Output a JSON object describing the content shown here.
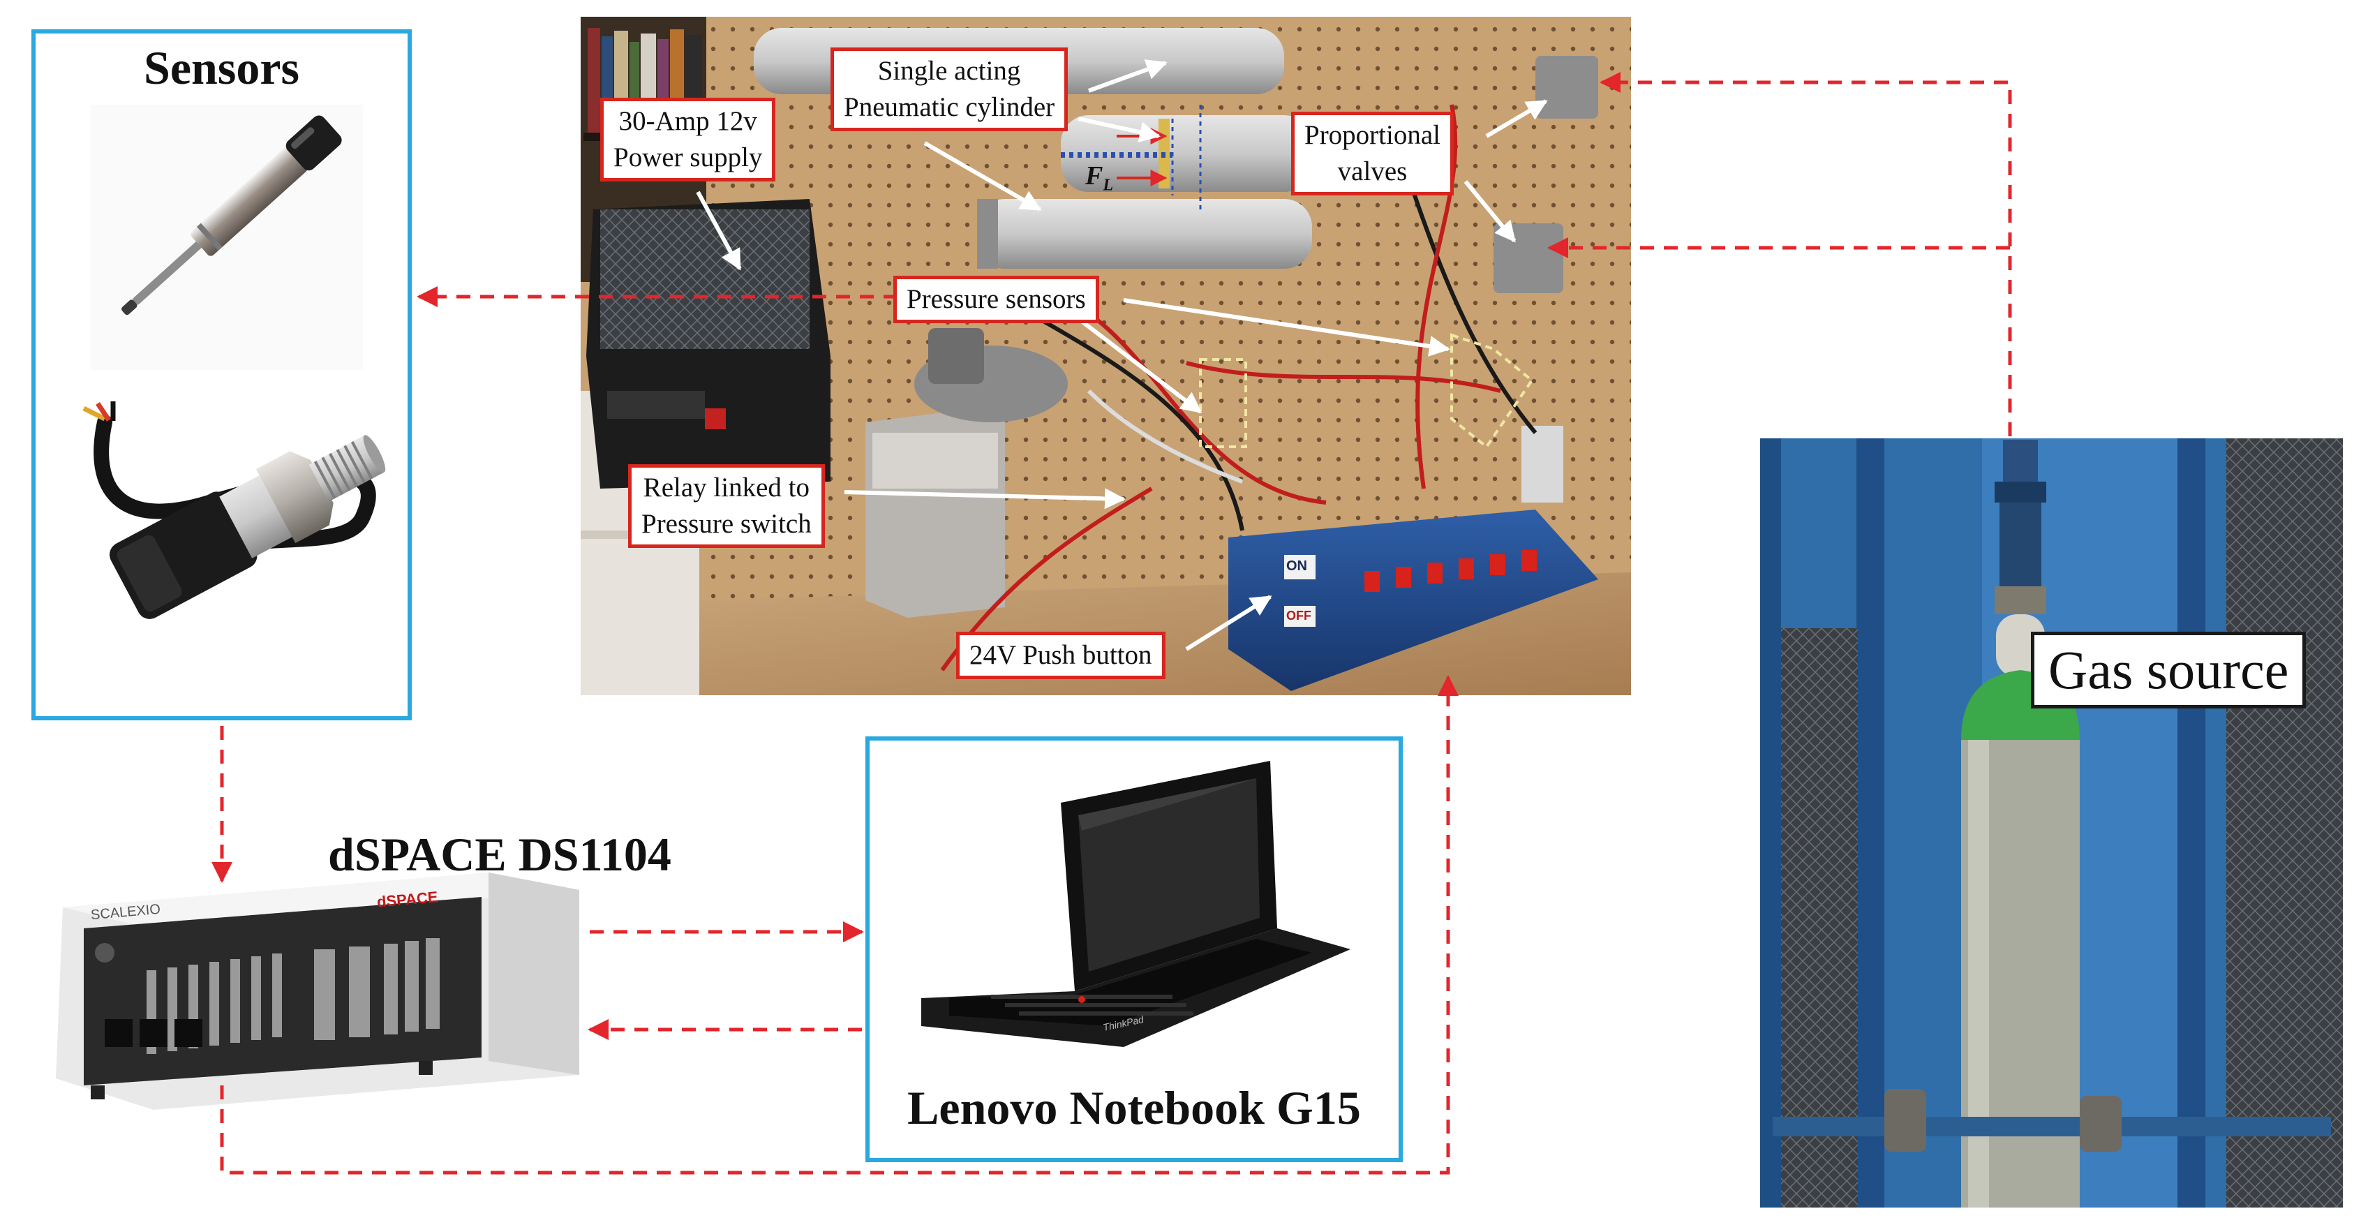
{
  "colors": {
    "frame": "#29a9df",
    "arrow": "#e2262b",
    "callout_border": "#d7261e"
  },
  "labels": {
    "sensors_title": "Sensors",
    "dspace_title": "dSPACE DS1104",
    "laptop_title": "Lenovo Notebook G15",
    "gas_source": "Gas source",
    "single_acting_line1": "Single acting",
    "single_acting_line2": "Pneumatic cylinder",
    "power_line1": "30-Amp 12v",
    "power_line2": "Power supply",
    "proportional_line1": "Proportional",
    "proportional_line2": "valves",
    "pressure_sensors": "Pressure sensors",
    "relay_line1": "Relay linked to",
    "relay_line2": "Pressure switch",
    "push_button": "24V Push button",
    "force_symbol": "F",
    "force_subscript": "L",
    "dspace_brand": "dSPACE",
    "scalexio": "SCALEXIO",
    "thinkpad": "ThinkPad",
    "switch_on": "ON",
    "switch_off": "OFF"
  }
}
